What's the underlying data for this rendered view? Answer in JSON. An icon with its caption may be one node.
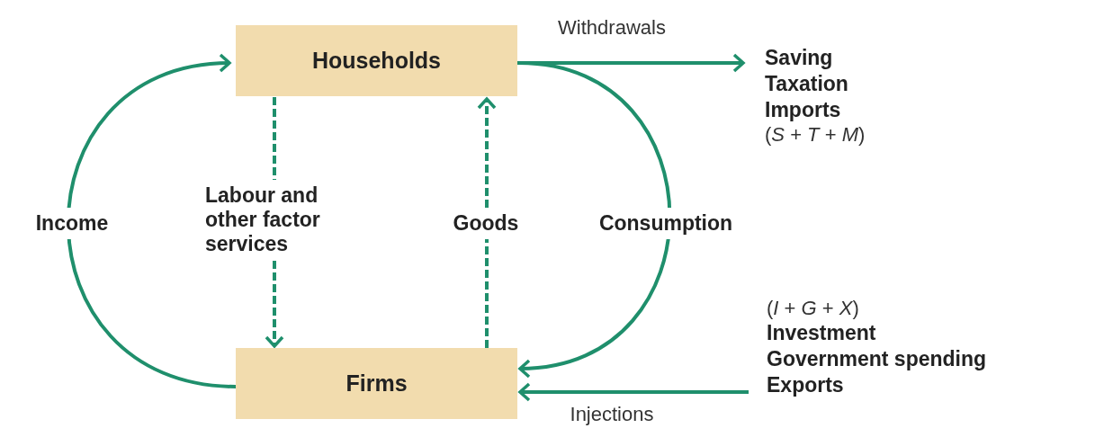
{
  "diagram": {
    "nodes": [
      {
        "text": [
          "Households"
        ]
      },
      {
        "text": [
          "Firms"
        ]
      },
      {
        "text": [
          "Saving",
          "Taxation",
          "Imports"
        ],
        "beside": [
          "(*S* + *T* + *M*)"
        ]
      },
      {
        "text": [
          "Investment",
          "Government spending",
          "Exports"
        ],
        "beside": [
          "(*I* + *G* + *X*)"
        ]
      }
    ],
    "edges": [
      {
        "from": 1,
        "to": 0,
        "arrow": "to",
        "label": "Income"
      },
      {
        "from": 0,
        "to": 1,
        "arrow": "to",
        "label": "Labour and other factor services",
        "style": "dashed"
      },
      {
        "from": 1,
        "to": 0,
        "arrow": "to",
        "label": "Goods",
        "style": "dashed"
      },
      {
        "from": 0,
        "to": 1,
        "arrow": "to",
        "label": "Consumption"
      },
      {
        "from": 0,
        "to": 2,
        "arrow": "to",
        "label": "Withdrawals"
      },
      {
        "from": 3,
        "to": 1,
        "arrow": "to",
        "label": "Injections"
      }
    ]
  }
}
